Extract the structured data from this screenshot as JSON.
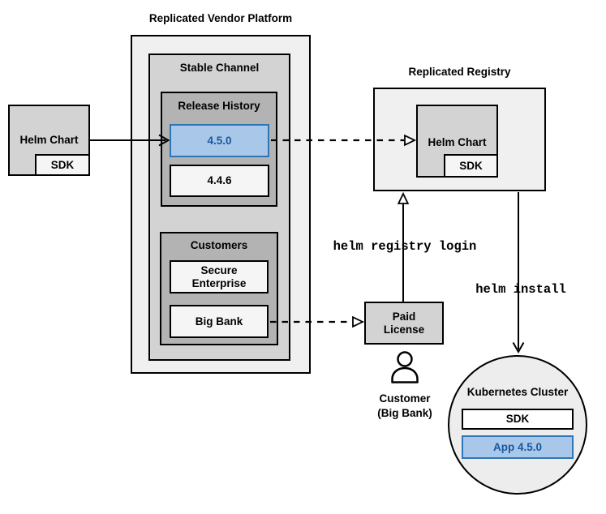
{
  "colors": {
    "blue_fill": "#a9c7e8",
    "blue_border": "#2e75b6",
    "blue_text": "#17599e",
    "box_light": "#f0f0f0",
    "box_mid": "#d3d3d3",
    "box_dark": "#b3b3b3",
    "box_pale": "#f5f5f5",
    "circle_fill": "#ededed",
    "line": "#000000"
  },
  "platform": {
    "title": "Replicated Vendor Platform",
    "stable_channel": {
      "title": "Stable Channel"
    },
    "release_history": {
      "title": "Release History",
      "releases": [
        {
          "version": "4.5.0"
        },
        {
          "version": "4.4.6"
        }
      ]
    },
    "customers": {
      "title": "Customers",
      "items": [
        {
          "name": "Secure Enterprise"
        },
        {
          "name": "Big Bank"
        }
      ]
    }
  },
  "source_chart": {
    "label": "Helm Chart",
    "sdk": "SDK"
  },
  "registry": {
    "title": "Replicated Registry",
    "helm_chart": "Helm Chart",
    "sdk": "SDK"
  },
  "license": {
    "label": "Paid License"
  },
  "customer": {
    "line1": "Customer",
    "line2": "(Big Bank)"
  },
  "commands": {
    "registry_login": "helm registry login",
    "install": "helm install"
  },
  "cluster": {
    "title": "Kubernetes Cluster",
    "sdk": "SDK",
    "app": "App 4.5.0"
  }
}
